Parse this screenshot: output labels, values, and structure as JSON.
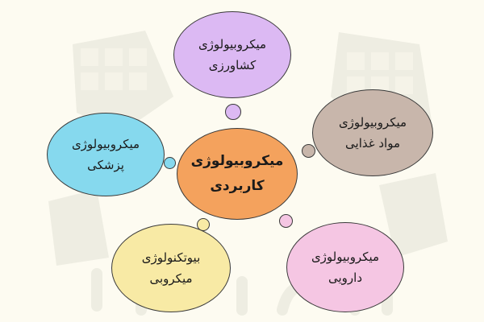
{
  "colors": {
    "background": "#fdfbf1",
    "watermark": "#eeede2",
    "outline": "#3a3a3a",
    "center": "#f4a25d",
    "agriculture": "#dcb9f3",
    "food": "#c8b6ab",
    "medical": "#86d9ee",
    "pharma": "#f5c6e3",
    "biotech": "#f8eaa5"
  },
  "diagram": {
    "center": {
      "line1": "میکروبیولوژی",
      "line2": "کاربردی"
    },
    "branches": {
      "agriculture": {
        "line1": "میکروبیولوژی",
        "line2": "کشاورزی"
      },
      "food": {
        "line1": "میکروبیولوژی",
        "line2": "مواد غذایی"
      },
      "medical": {
        "line1": "میکروبیولوژی",
        "line2": "پزشکی"
      },
      "pharma": {
        "line1": "میکروبیولوژی",
        "line2": "دارویی"
      },
      "biotech": {
        "line1": "بیوتکنولوژی",
        "line2": "میکروبی"
      }
    }
  }
}
